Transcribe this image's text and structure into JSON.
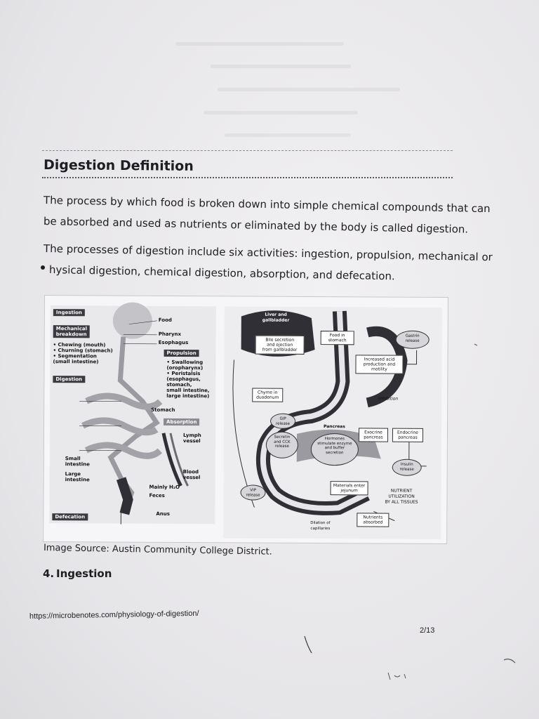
{
  "heading": "Digestion Definition",
  "paragraph1": {
    "line1": "The process by which food is broken down into simple chemical compounds that can",
    "line2": "be absorbed and used as nutrients or eliminated by the body is called digestion."
  },
  "paragraph2": {
    "line1": "The processes of digestion include six activities: ingestion, propulsion, mechanical or",
    "line2": "hysical digestion, chemical digestion, absorption, and defecation."
  },
  "figure": {
    "left_tags": {
      "ingestion": "Ingestion",
      "mechanical": "Mechanical\nbreakdown",
      "digestion": "Digestion",
      "propulsion": "Propulsion",
      "absorption": "Absorption",
      "defecation": "Defecation"
    },
    "left_labels": {
      "food": "Food",
      "pharynx": "Pharynx",
      "esophagus": "Esophagus",
      "mechanical_list": "• Chewing (mouth)\n• Churning (stomach)\n• Segmentation\n  (small intestine)",
      "propulsion_list": "• Swallowing\n  (oropharynx)\n• Peristalsis\n  (esophagus,\n  stomach,\n  small intestine,\n  large intestine)",
      "stomach": "Stomach",
      "lymph": "Lymph\nvessel",
      "small_intestine": "Small\nintestine",
      "large_intestine": "Large\nintestine",
      "blood": "Blood\nvessel",
      "mainly": "Mainly H₂O",
      "feces": "Feces",
      "anus": "Anus"
    },
    "right_labels": {
      "liver": "Liver and\ngallbladder",
      "bile": "Bile secretion\nand ejection\nfrom gallbladder",
      "food_stomach": "Food in\nstomach",
      "gastrin": "Gastrin\nrelease",
      "acid": "Increased acid\nproduction and\nmotility",
      "chyme": "Chyme in\nduodenum",
      "inhibition": "Inhibition",
      "gip": "GIP\nrelease",
      "pancreas": "Pancreas",
      "exocrine": "Exocrine\npancreas",
      "endocrine": "Endocrine\npancreas",
      "secretin": "Secretin\nand CCK\nrelease",
      "hormones": "Hormones\nstimulate enzyme\nand buffer\nsecretion",
      "insulin": "Insulin\nrelease",
      "vip": "VIP\nrelease",
      "materials": "Materials enter\njejunum",
      "nutrient_util": "NUTRIENT\nUTILIZATION\nBY ALL TISSUES",
      "dilation": "Dilation of\ncapillaries",
      "nutrients_abs": "Nutrients\nabsorbed"
    }
  },
  "caption": "Image Source: Austin Community College District.",
  "section": {
    "number": "4.",
    "title": "Ingestion"
  },
  "footer": {
    "url": "https://microbenotes.com/physiology-of-digestion/",
    "page": "2/13"
  },
  "colors": {
    "paper": "#ecebed",
    "ink": "#1e1e22",
    "organ_dark": "#2f2f35",
    "organ_mid": "#9a9aa0"
  }
}
